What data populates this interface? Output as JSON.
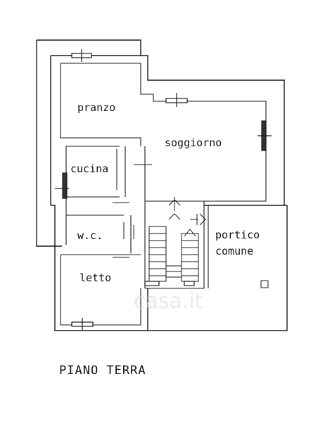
{
  "plan": {
    "caption": "PIANO TERRA",
    "watermark": "casa.it",
    "rooms": {
      "pranzo": "pranzo",
      "soggiorno": "soggiorno",
      "cucina": "cucina",
      "wc": "w.c.",
      "letto": "letto",
      "portico_line1": "portico",
      "portico_line2": "comune"
    }
  }
}
